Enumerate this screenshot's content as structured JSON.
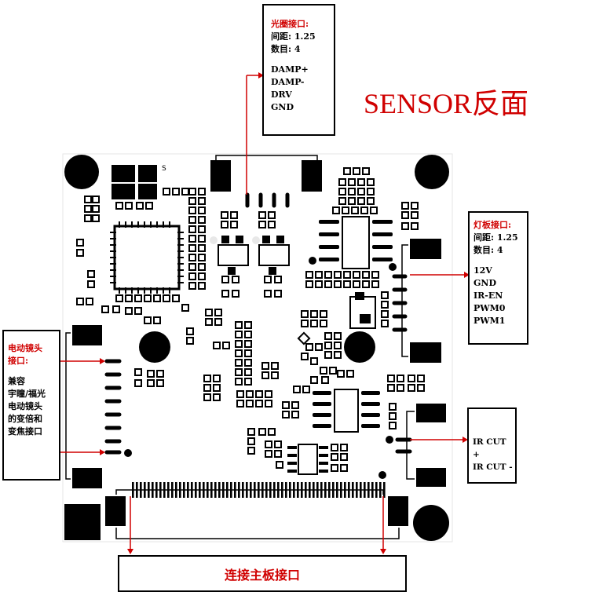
{
  "sensor_title": "SENSOR反面",
  "aperture": {
    "title": "光圈接口:",
    "pitch": "间距: 1.25",
    "count": "数目: 4",
    "pins": [
      "DAMP+",
      "DAMP-",
      "DRV",
      "GND"
    ]
  },
  "lightboard": {
    "title": "灯板接口:",
    "pitch": "间距: 1.25",
    "count": "数目: 4",
    "pins": [
      "12V",
      "GND",
      "IR-EN",
      "PWM0",
      "PWM1"
    ]
  },
  "lens": {
    "title_line1": "电动镜头",
    "title_line2": "接口:",
    "desc": [
      "兼容",
      "宇瞳/福光",
      "电动镜头",
      "的变倍和",
      "变焦接口"
    ]
  },
  "ircut": {
    "pins": [
      "IR CUT +",
      "IR CUT -"
    ]
  },
  "mainboard": {
    "label": "连接主板接口"
  },
  "colors": {
    "accent": "#d00000",
    "board": "#ffffff",
    "ink": "#000000"
  }
}
